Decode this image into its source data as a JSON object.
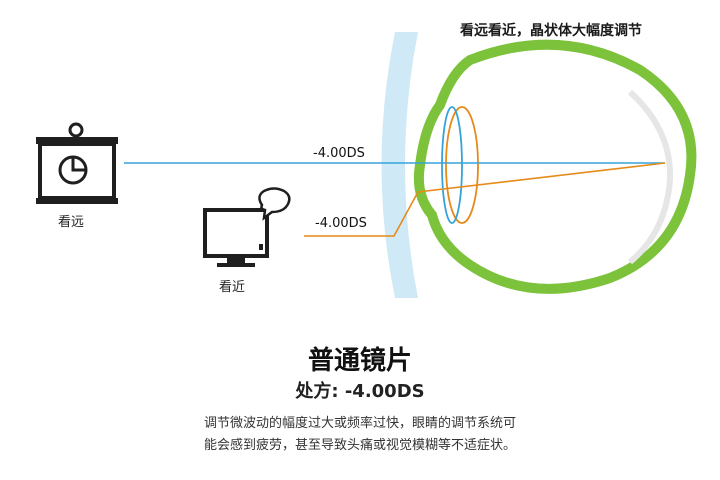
{
  "header": {
    "note": "看远看近，晶状体大幅度调节"
  },
  "labels": {
    "far": "看远",
    "near": "看近",
    "far_power": "-4.00DS",
    "near_power": "-4.00DS"
  },
  "footer": {
    "title": "普通镜片",
    "prescription": "处方: -4.00DS",
    "description_line1": "调节微波动的幅度过大或频率过快，眼睛的调节系统可",
    "description_line2": "能会感到疲劳，甚至导致头痛或视觉模糊等不适症状。"
  },
  "colors": {
    "eye_outline": "#7cc23a",
    "far_ray": "#36a3d8",
    "near_ray": "#e68a1a",
    "lens": "#cfe9f7",
    "icon": "#1f1f1f"
  },
  "icons": {
    "far_target": "projection-screen-pie-chart-icon",
    "near_target": "monitor-with-speech-bubble-icon"
  }
}
